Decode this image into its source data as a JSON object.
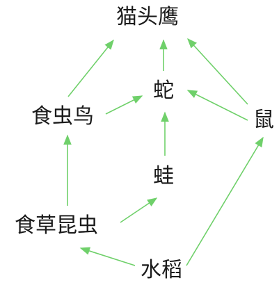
{
  "diagram": {
    "nodes": [
      {
        "id": "owl",
        "label": "猫头鹰"
      },
      {
        "id": "snake",
        "label": "蛇"
      },
      {
        "id": "insectivorous_bird",
        "label": "食虫鸟"
      },
      {
        "id": "rat",
        "label": "鼠"
      },
      {
        "id": "frog",
        "label": "蛙"
      },
      {
        "id": "grasshopper",
        "label": "食草昆虫"
      },
      {
        "id": "rice",
        "label": "水稻"
      }
    ],
    "edges": [
      {
        "from": "insectivorous_bird",
        "to": "owl"
      },
      {
        "from": "snake",
        "to": "owl"
      },
      {
        "from": "rat",
        "to": "owl"
      },
      {
        "from": "insectivorous_bird",
        "to": "snake"
      },
      {
        "from": "rat",
        "to": "snake"
      },
      {
        "from": "frog",
        "to": "snake"
      },
      {
        "from": "grasshopper",
        "to": "insectivorous_bird"
      },
      {
        "from": "grasshopper",
        "to": "frog"
      },
      {
        "from": "rice",
        "to": "grasshopper"
      },
      {
        "from": "rice",
        "to": "rat"
      }
    ],
    "arrow_color": "#6fd06a",
    "text_color": "#1a1a1a"
  }
}
